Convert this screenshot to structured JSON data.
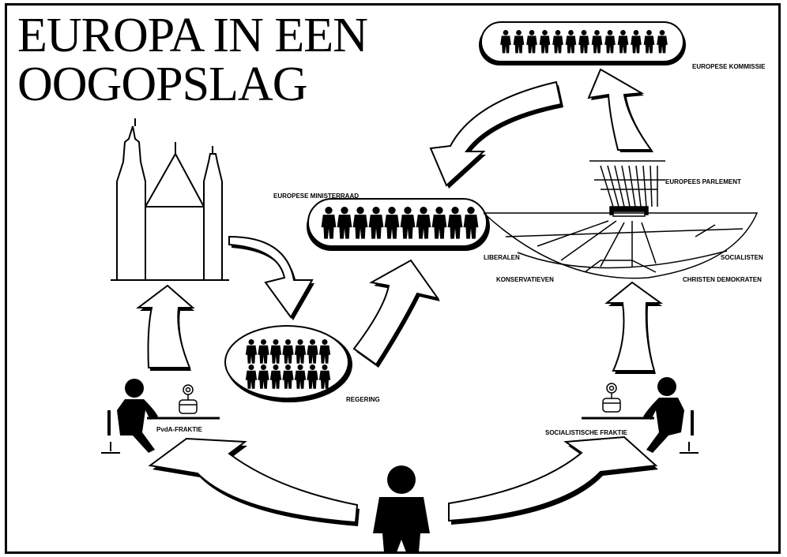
{
  "title": {
    "line1": "EUROPA IN EEN",
    "line2": "OOGOPSLAG"
  },
  "labels": {
    "commission": "EUROPESE KOMMISSIE",
    "parliament": "EUROPEES PARLEMENT",
    "council": "EUROPESE MINISTERRAAD",
    "government": "REGERING",
    "liberals": "LIBERALEN",
    "conservatives": "KONSERVATIEVEN",
    "socialists": "SOCIALISTEN",
    "christian_democrats": "CHRISTEN DEMOKRATEN",
    "pvda_faction": "PvdA-FRAKTIE",
    "socialist_faction": "SOCIALISTISCHE FRAKTIE"
  },
  "figure_counts": {
    "commission": 13,
    "council": 10,
    "government_rows": [
      7,
      7
    ]
  },
  "colors": {
    "ink": "#000000",
    "paper": "#ffffff"
  }
}
